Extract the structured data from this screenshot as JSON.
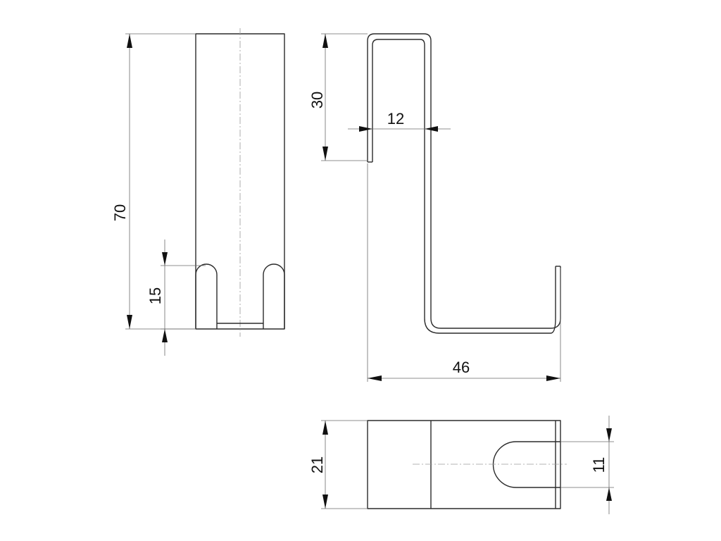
{
  "dimensions": {
    "front_height": "70",
    "slot_depth": "15",
    "top_hook_height": "30",
    "hook_gap": "12",
    "hook_length": "46",
    "width": "21",
    "slot_width": "11"
  },
  "colors": {
    "outline": "#2b2b2b",
    "dimension_line": "#6a6a6a",
    "centerline": "#9a9a9a",
    "text": "#111111",
    "background": "#ffffff"
  }
}
